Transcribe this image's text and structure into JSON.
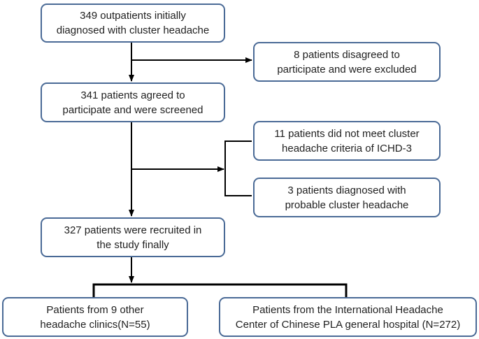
{
  "boxes": {
    "initial": {
      "line1": "349 outpatients initially",
      "line2": "diagnosed with cluster headache"
    },
    "disagreed": {
      "line1": "8 patients disagreed to",
      "line2": "participate and were excluded"
    },
    "agreed": {
      "line1": "341 patients agreed to",
      "line2": "participate and were screened"
    },
    "notmeet": {
      "line1": "11 patients did not meet cluster",
      "line2": "headache criteria of ICHD-3"
    },
    "probable": {
      "line1": "3 patients diagnosed with",
      "line2": "probable cluster headache"
    },
    "recruited": {
      "line1": "327 patients were recruited in",
      "line2": "the study finally"
    },
    "other": {
      "line1": "Patients from 9 other",
      "line2": "headache clinics(N=55)"
    },
    "center": {
      "line1": "Patients from the International Headache",
      "line2": "Center of Chinese PLA general hospital (N=272)"
    }
  },
  "colors": {
    "box_border": "#4a6a96",
    "connector": "#000000",
    "text": "#1f1f1f"
  }
}
